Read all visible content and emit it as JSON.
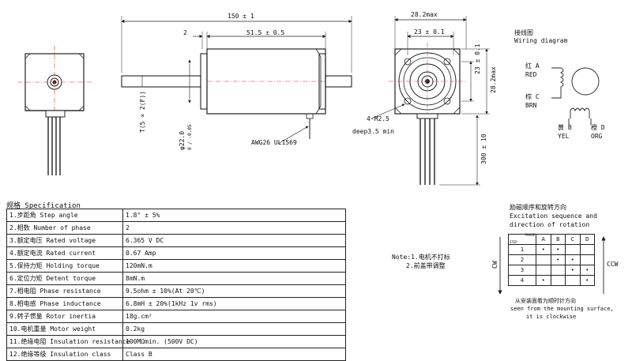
{
  "dimensions": {
    "total_length": "150 ± 1",
    "dim_2": "2",
    "body_length": "51.5 ± 0.5",
    "flange_max": "28.2max",
    "bolt_spacing": "23 ± 0.1",
    "bolt_spacing_vertical": "23 ± 0.1",
    "height_max": "28.2max",
    "shaft_flat": "T(5 × 2(F))",
    "pilot_dia": "φ22.0",
    "pilot_tol": "0 / -0.05",
    "lead_length": "300 ± 10",
    "screw_thread": "4-M2.5",
    "screw_depth": "deep3.5 min",
    "wire_spec": "AWG26 UL1569"
  },
  "wiring": {
    "title_cn": "接线图",
    "title_en": "Wiring diagram",
    "a_cn": "红 A",
    "a_en": "RED",
    "c_cn": "棕 C",
    "c_en": "BRN",
    "b_cn": "黄 B",
    "b_en": "YEL",
    "d_cn": "橙 D",
    "d_en": "ORG"
  },
  "spec": {
    "title": "规格 Specification",
    "rows": [
      {
        "key": "1.步距角 Step angle",
        "value": "1.8° ± 5%"
      },
      {
        "key": "2.相数 Number of phase",
        "value": "2"
      },
      {
        "key": "3.额定电压 Rated voltage",
        "value": "6.365 V DC"
      },
      {
        "key": "4.额定电流 Rated current",
        "value": "0.67 Amp"
      },
      {
        "key": "5.保持力矩 Holding torque",
        "value": "120mN.m"
      },
      {
        "key": "6.定位力矩 Detent torque",
        "value": "8mN.m"
      },
      {
        "key": "7.相电阻 Phase resistance",
        "value": "9.5ohm ± 10%(At 20℃)"
      },
      {
        "key": "8.相电感 Phase inductance",
        "value": "6.8mH ± 20%(1kHz 1v rms)"
      },
      {
        "key": "9.转子惯量 Rotor inertia",
        "value": "18g.cm²"
      },
      {
        "key": "10.电机重量 Motor weight",
        "value": "0.2kg"
      },
      {
        "key": "11.绝缘电阻 Insulation resistance",
        "value": "100MΩmin. (500V DC)"
      },
      {
        "key": "12.绝缘等级 Insulation class",
        "value": "Class B"
      }
    ]
  },
  "note": {
    "line1": "Note:1.电机不打标",
    "line2": "2.前盖带调整"
  },
  "excitation": {
    "title_cn": "励磁顺序和旋转方向",
    "title_en_1": "Excitation sequence and",
    "title_en_2": "direction of rotation",
    "phase_label": "PHASE",
    "step_label": "STEP",
    "columns": [
      "A",
      "B",
      "C",
      "D"
    ],
    "rows": [
      {
        "step": "1",
        "cells": [
          "•",
          "•",
          "",
          ""
        ]
      },
      {
        "step": "2",
        "cells": [
          "",
          "•",
          "•",
          ""
        ]
      },
      {
        "step": "3",
        "cells": [
          "",
          "",
          "•",
          "•"
        ]
      },
      {
        "step": "4",
        "cells": [
          "•",
          "",
          "",
          "•"
        ]
      }
    ],
    "cw": "CW",
    "ccw": "CCW",
    "footnote_1": "从安装面看为顺时针方向",
    "footnote_2": "seen from the mounting surface,",
    "footnote_3": "it is clockwise"
  }
}
